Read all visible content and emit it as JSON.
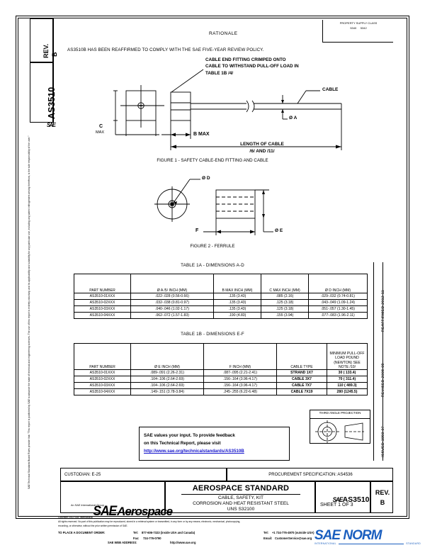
{
  "document": {
    "rationale_heading": "RATIONALE",
    "rationale_text": "AS3510B HAS BEEN REAFFIRMED TO COMPLY WITH THE SAE FIVE-YEAR REVIEW POLICY.",
    "header_box": {
      "line1": "PROPERTY SUPPLY CLASS",
      "line2": "5340     5342"
    },
    "rev_tab_label": "REV.",
    "rev_tab_value": "B",
    "spec_tab": "AS3510",
    "spec_tab_prefix": "SAE",
    "left_margin_disclaimer": "SAE Technical Standards Board Rules provide that: \"This report is published by SAE to advance the state of technical and engineering sciences. The use of this report is entirely voluntary, and its applicability and suitability for any particular use, including any patent infringement arising therefrom, is the sole responsibility of the user.\"",
    "right_margin_revisions": [
      "REAFFIRMED 2012-11",
      "REVISED 2008-09",
      "ISSUED 1993-07"
    ]
  },
  "figure1": {
    "callout": "CABLE END FITTING CRIMPED ONTO\nCABLE TO WITHSTAND PULL-OFF LOAD IN\nTABLE 1B /4/",
    "label_cable": "CABLE",
    "label_dia_a": "Ø A",
    "label_c": "C",
    "label_c_max": "MAX",
    "label_b_max": "B MAX",
    "label_length1": "LENGTH OF CABLE",
    "label_length2": "/6/ AND /11/",
    "caption": "FIGURE 1 - SAFETY CABLE-END FITTING AND CABLE"
  },
  "figure2": {
    "label_dia_d": "Ø D",
    "label_f": "F",
    "label_dia_e": "Ø E",
    "caption": "FIGURE 2 - FERRULE"
  },
  "table1a": {
    "caption": "TABLE 1A - DIMENSIONS A-D",
    "headers": [
      "PART\nNUMBER",
      "Ø A\n/5/\nINCH (MM)",
      "B\nMAX\nINCH (MM)",
      "C\nMAX\nINCH (MM)",
      "Ø D\nINCH (MM)"
    ],
    "rows": [
      [
        "AS3510-01XXX",
        ".022-.028 (0.56-0.66)",
        ".135 (3.43)",
        ".085 (2.16)",
        ".029-.032 (0.74-0.81)"
      ],
      [
        "AS3510-02XXX",
        ".032-.038 (0.81-0.97)",
        ".135 (3.43)",
        ".125 (3.18)",
        ".043-.049 (1.09-1.24)"
      ],
      [
        "AS3510-03XXX",
        ".040-.046 (1.02-1.17)",
        ".135 (3.43)",
        ".125 (3.18)",
        ".051-.057 (1.30-1.45)"
      ],
      [
        "AS3510-04XXX",
        ".062-.072 (1.57-1.83)",
        ".190 (4.83)",
        ".155 (3.94)",
        ".077-.083 (1.96-2.11)"
      ]
    ]
  },
  "table1b": {
    "caption": "TABLE 1B - DIMENSIONS E-F",
    "headers": [
      "PART\nNUMBER",
      "Ø E\nINCH (MM)",
      "F\nINCH (MM)",
      "CABLE\nTYPE",
      "MINIMUM\nPULL-OFF LOAD\nPOUND (NEWTON)\nSEE NOTE /10/"
    ],
    "rows": [
      [
        "AS3510-01XXX",
        ".089-.091 (2.26-2.31)",
        ".087-.095 (2.21-2.41)",
        "STRAND 1X7",
        "30 (  133.4)"
      ],
      [
        "AS3510-02XXX",
        ".104-.106 (2.64-2.69)",
        ".156-.164 (3.96-4.17)",
        "CABLE 3X7",
        "70 (  311.4)"
      ],
      [
        "AS3510-03XXX",
        ".104-.106 (2.64-2.69)",
        ".156-.164 (3.96-4.17)",
        "CABLE 7X7",
        "110 (  489.3)"
      ],
      [
        "AS3510-04XXX",
        ".149-.151 (3.78-3.84)",
        ".245-.255 (6.22-6.48)",
        "CABLE 7X19",
        "280 (1245.5)"
      ]
    ]
  },
  "feedback": {
    "line1": "SAE values your input. To provide feedback",
    "line2": "on this Technical Report, please visit",
    "link": "http://www.sae.org/technicalstandards/AS3510B"
  },
  "projection": {
    "label": "THIRD ANGLE PROJECTION"
  },
  "titleblock": {
    "custodian": "CUSTODIAN: E-25",
    "procurement": "PROCUREMENT SPECIFICATION: AS4536",
    "logo_sae": "SAE",
    "logo_aerospace": "Aerospace",
    "logo_sub": "An SAE International Group",
    "standard_title": "AEROSPACE STANDARD",
    "subtitle_line1": "CABLE, SAFETY, KIT",
    "subtitle_line2": "CORROSION AND HEAT RESISTANT STEEL",
    "subtitle_line3": "UNS S32100",
    "doc_prefix": "SAE",
    "doc_number": "AS3510",
    "sheet": "SHEET 1 OF 3",
    "rev_label": "REV.",
    "rev_value": "B"
  },
  "footer": {
    "copyright": "Copyright 2012 SAE International",
    "rights_line1": "All rights reserved. No part of this publication may be reproduced, stored in a retrieval system or transmitted, in any form or by any means, electronic, mechanical, photocopying,",
    "rights_line2": "recording, or otherwise, without the prior written permission of SAE.",
    "order_label": "TO PLACE A DOCUMENT ORDER:",
    "tel_label": "Tel:",
    "tel_usa": "877-606-7323 (inside USA and Canada)",
    "fax_label": "Fax:",
    "fax_value": "724-776-0790",
    "tel_outside_label": "Tel:",
    "tel_outside": "+1 724-776-4970 (outside USA)",
    "email_label": "Email:",
    "email_value": "CustomerService@sae.org",
    "web_label": "SAE WEB ADDRESS:",
    "web_value": "http://www.sae.org"
  },
  "watermark": {
    "main": "SAE NORM",
    "sub_left": "INTERNATIONAL",
    "sub_right": "STANDARD"
  },
  "colors": {
    "link": "#1515cc",
    "watermark": "#1b5fbf"
  }
}
